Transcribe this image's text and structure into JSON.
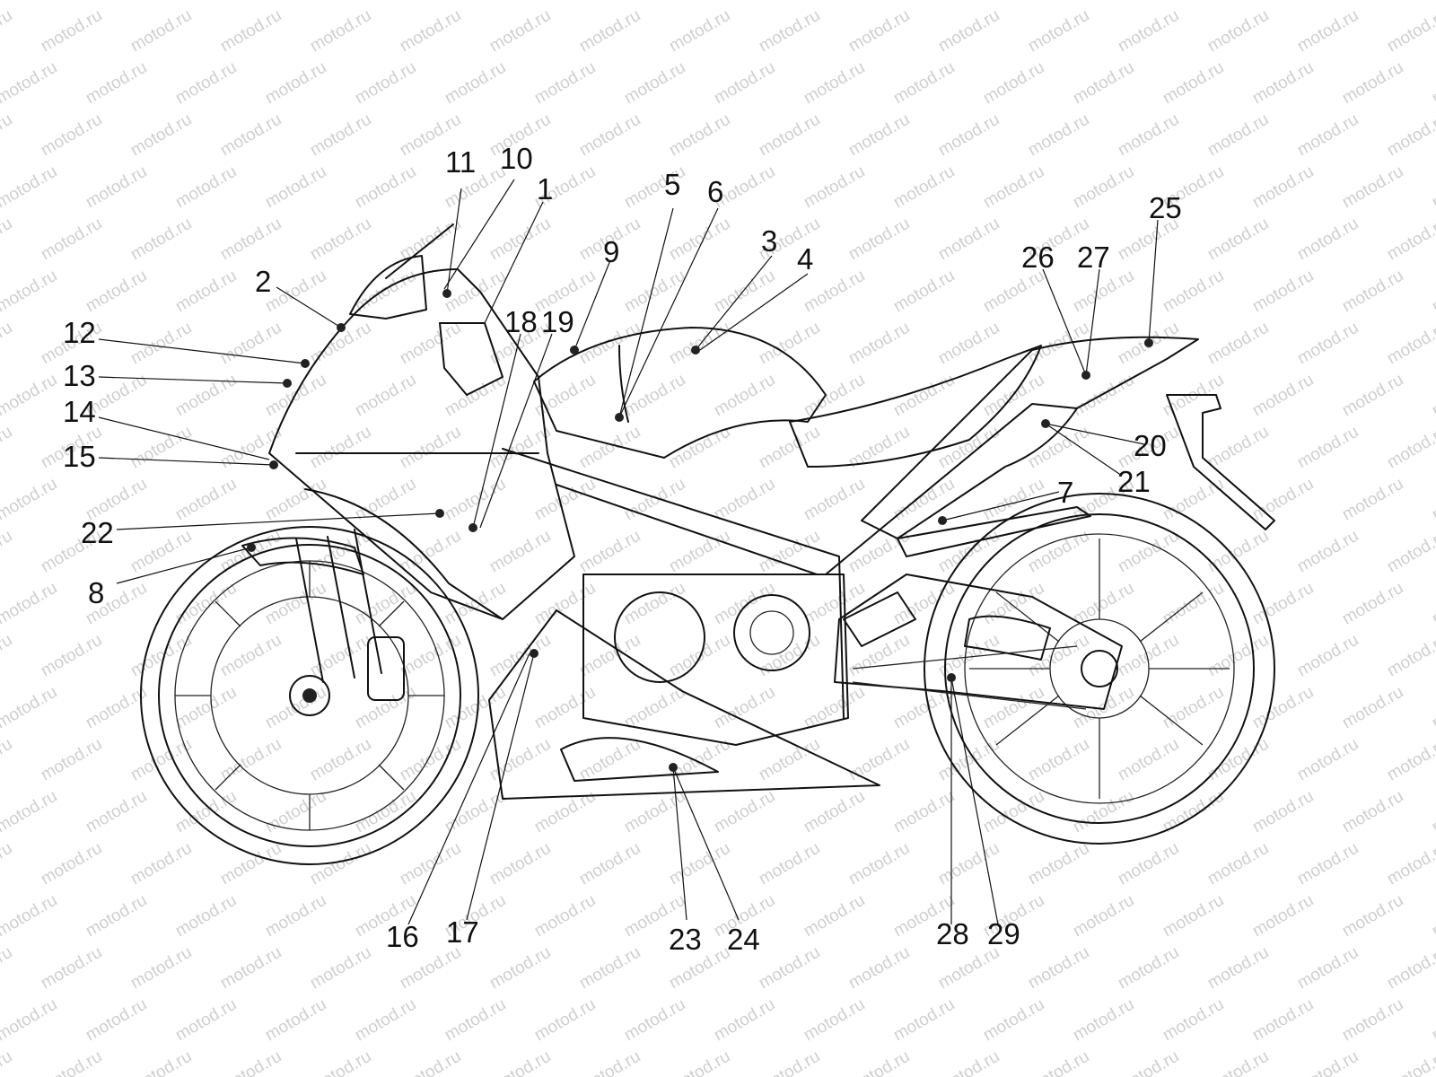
{
  "watermark": "motod.ru",
  "callouts": [
    "1",
    "2",
    "3",
    "4",
    "5",
    "6",
    "7",
    "8",
    "9",
    "10",
    "11",
    "12",
    "13",
    "14",
    "15",
    "16",
    "17",
    "18",
    "19",
    "20",
    "21",
    "22",
    "23",
    "24",
    "25",
    "26",
    "27",
    "28",
    "29"
  ],
  "colors": {
    "line": "#111111",
    "watermark": "#cfcfcf",
    "background": "#ffffff"
  }
}
